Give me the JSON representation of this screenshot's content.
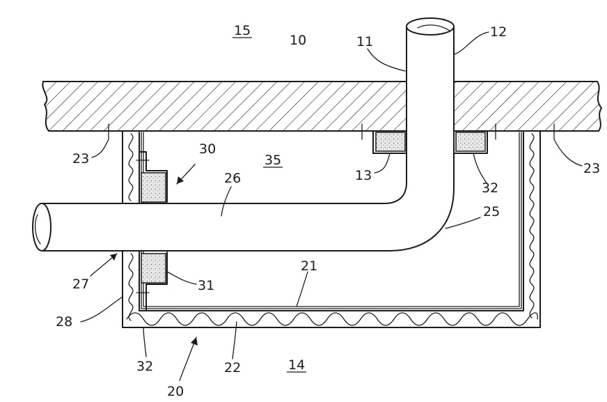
{
  "labels": {
    "room_upper": "15",
    "slab": "10",
    "bore": "11",
    "pipe_vertical": "12",
    "seal_upper": "13",
    "room_lower": "14",
    "housing": "20",
    "inner_shell": "21",
    "insulation": "22",
    "fastener_left": "23",
    "fastener_right": "23",
    "bend": "25",
    "pipe_horizontal": "26",
    "passage": "27",
    "outer_shell": "28",
    "seal_assembly": "30",
    "seal_lower": "31",
    "seal_strip_right": "32",
    "seal_strip_bottom": "32",
    "interior": "35"
  },
  "colors": {
    "ink": "#1a1a1a",
    "paper": "#ffffff",
    "stipple_fill": "#e6e6e6"
  }
}
